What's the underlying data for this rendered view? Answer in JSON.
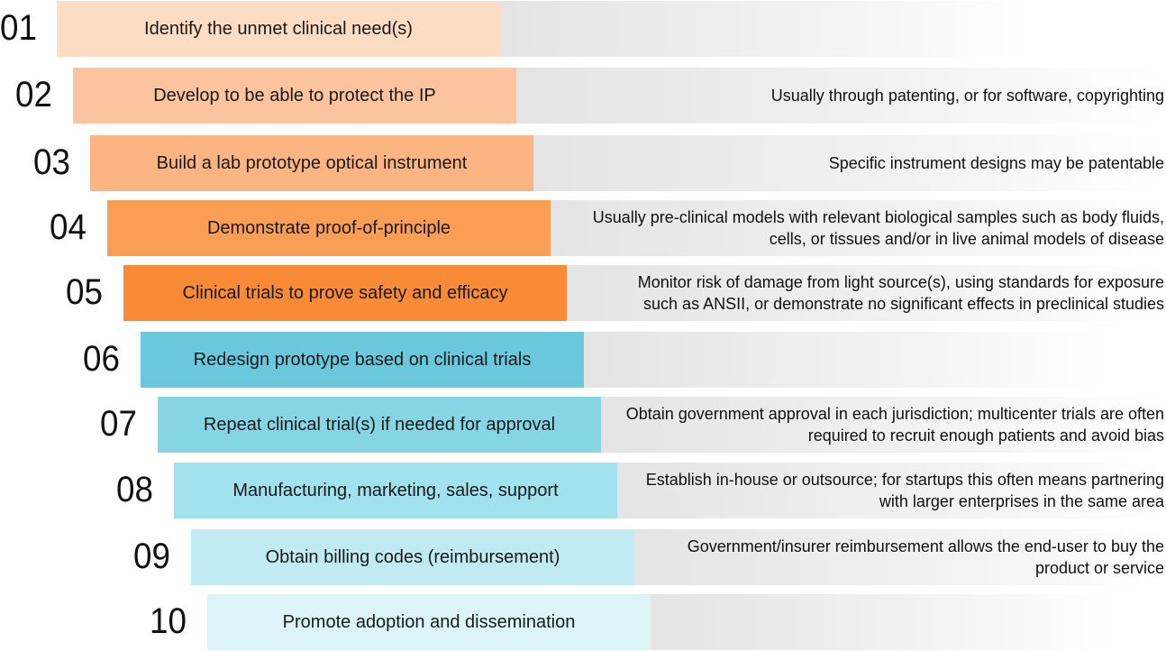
{
  "steps": [
    {
      "num": "01",
      "label": "Identify the unmet clinical need(s)",
      "note": "",
      "color": "#fcdcc3"
    },
    {
      "num": "02",
      "label": "Develop to be able to protect the IP",
      "note": "Usually through patenting, or for software, copyrighting",
      "color": "#fcc49e"
    },
    {
      "num": "03",
      "label": "Build a lab prototype optical instrument",
      "note": "Specific instrument designs may be patentable",
      "color": "#fcb483"
    },
    {
      "num": "04",
      "label": "Demonstrate proof-of-principle",
      "note": "Usually pre-clinical models with relevant biological samples such as body fluids, cells, or tissues and/or in live animal models of disease",
      "color": "#fb9e55"
    },
    {
      "num": "05",
      "label": "Clinical trials to prove safety and efficacy",
      "note": "Monitor risk of damage from light source(s), using standards for exposure such as ANSII, or demonstrate no significant effects in preclinical studies",
      "color": "#fa8b36"
    },
    {
      "num": "06",
      "label": "Redesign prototype based on clinical trials",
      "note": "",
      "color": "#6ac8dc"
    },
    {
      "num": "07",
      "label": "Repeat clinical trial(s) if needed for approval",
      "note": "Obtain government approval in each jurisdiction;  multicenter trials are often required to recruit enough patients and avoid bias",
      "color": "#86d5e5"
    },
    {
      "num": "08",
      "label": "Manufacturing, marketing, sales, support",
      "note": "Establish in-house or outsource; for startups this often means partnering with larger enterprises in the same area",
      "color": "#a2e2ee"
    },
    {
      "num": "09",
      "label": "Obtain billing codes (reimbursement)",
      "note": "Government/insurer reimbursement allows the end-user to buy the product or service",
      "color": "#c1ebf3"
    },
    {
      "num": "10",
      "label": "Promote adoption and dissemination",
      "note": "",
      "color": "#dcf3f7"
    }
  ]
}
